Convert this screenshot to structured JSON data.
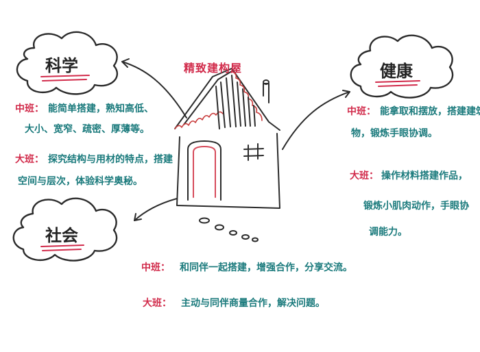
{
  "title": "精致建构屋",
  "nodes": {
    "science": {
      "label": "科学",
      "middle_label": "中班：",
      "middle_lines": [
        "能简单搭建，熟知高低、",
        "大小、宽窄、疏密、厚薄等。"
      ],
      "senior_label": "大班：",
      "senior_lines": [
        "探究结构与用材的特点，搭建",
        "空间与层次，体验科学奥秘。"
      ]
    },
    "health": {
      "label": "健康",
      "middle_label": "中班：",
      "middle_lines": [
        "能拿取和摆放，搭建建筑",
        "物，锻炼手眼协调。"
      ],
      "senior_label": "大班：",
      "senior_lines": [
        "操作材料搭建作品，",
        "锻炼小肌肉动作，手眼协",
        "调能力。"
      ]
    },
    "social": {
      "label": "社会",
      "middle_label": "中班：",
      "middle_lines": [
        "和同伴一起搭建，增强合作，分享交流。"
      ],
      "senior_label": "大班：",
      "senior_lines": [
        "主动与同伴商量合作，解决问题。"
      ]
    }
  }
}
